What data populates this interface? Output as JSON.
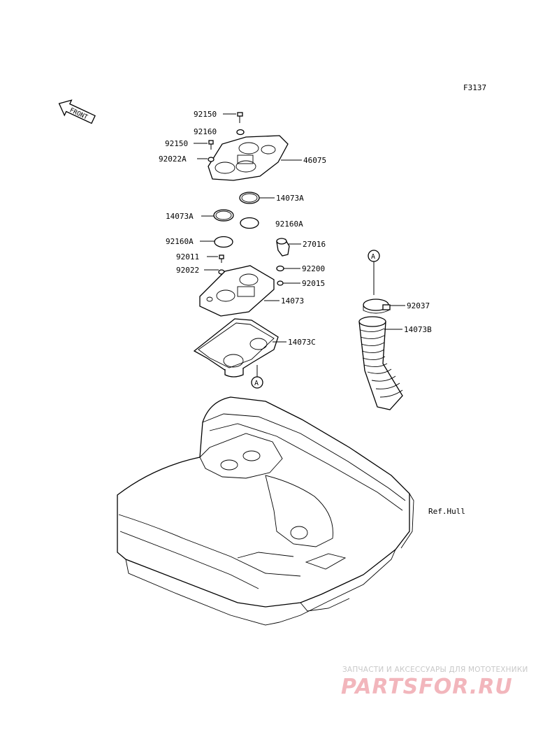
{
  "figure_code": "F3137",
  "front_label": "FRONT",
  "ref_label": "Ref.Hull",
  "callout_letter": "A",
  "watermark": {
    "tagline": "ЗАПЧАСТИ И АКСЕССУАРЫ ДЛЯ МОТОТЕХНИКИ",
    "brand": "PARTSFOR.RU"
  },
  "parts": [
    {
      "id": "p1",
      "number": "92150"
    },
    {
      "id": "p2",
      "number": "92160"
    },
    {
      "id": "p3",
      "number": "92150"
    },
    {
      "id": "p4",
      "number": "92022A"
    },
    {
      "id": "p5",
      "number": "46075"
    },
    {
      "id": "p6",
      "number": "14073A"
    },
    {
      "id": "p7",
      "number": "14073A"
    },
    {
      "id": "p8",
      "number": "92160A"
    },
    {
      "id": "p9",
      "number": "92160A"
    },
    {
      "id": "p10",
      "number": "27016"
    },
    {
      "id": "p11",
      "number": "92011"
    },
    {
      "id": "p12",
      "number": "92200"
    },
    {
      "id": "p13",
      "number": "92022"
    },
    {
      "id": "p14",
      "number": "92015"
    },
    {
      "id": "p15",
      "number": "14073"
    },
    {
      "id": "p16",
      "number": "14073C"
    },
    {
      "id": "p17",
      "number": "92037"
    },
    {
      "id": "p18",
      "number": "14073B"
    }
  ],
  "colors": {
    "line": "#000000",
    "background": "#ffffff",
    "watermark": "#f2b6bc"
  }
}
